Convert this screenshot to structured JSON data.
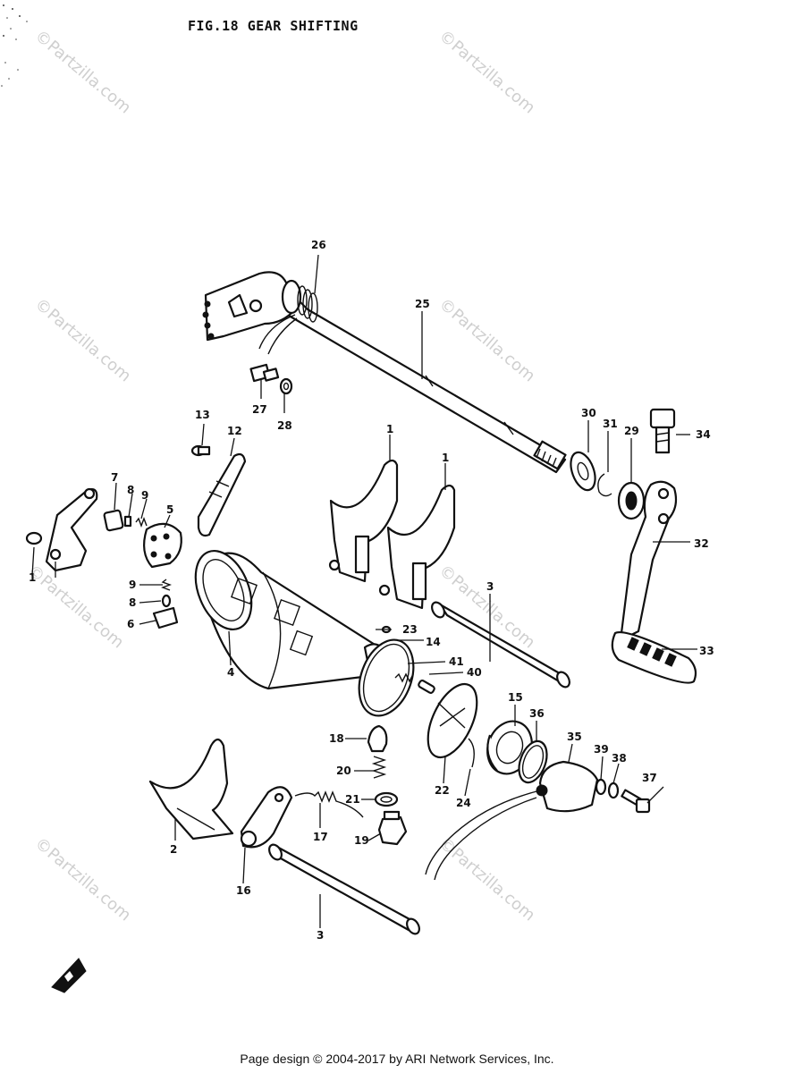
{
  "title": "FIG.18  GEAR SHIFTING",
  "watermark": "©Partzilla.com",
  "footer": "Page design © 2004-2017 by ARI Network Services, Inc.",
  "labels": {
    "p1a": "1",
    "p1b": "1",
    "p1c": "1",
    "p2": "2",
    "p3a": "3",
    "p3b": "3",
    "p4": "4",
    "p5": "5",
    "p6": "6",
    "p7": "7",
    "p8a": "8",
    "p8b": "8",
    "p9a": "9",
    "p9b": "9",
    "p12": "12",
    "p13": "13",
    "p14": "14",
    "p15": "15",
    "p16": "16",
    "p17": "17",
    "p18": "18",
    "p19": "19",
    "p20": "20",
    "p21": "21",
    "p22": "22",
    "p23": "23",
    "p24": "24",
    "p25": "25",
    "p26": "26",
    "p27": "27",
    "p28": "28",
    "p29": "29",
    "p30": "30",
    "p31": "31",
    "p32": "32",
    "p33": "33",
    "p34": "34",
    "p35": "35",
    "p36": "36",
    "p37": "37",
    "p38": "38",
    "p39": "39",
    "p40": "40",
    "p41": "41"
  },
  "colors": {
    "ink": "#111111",
    "watermark": "#cfcfcf",
    "background": "#ffffff"
  },
  "icons": {
    "front_arrow": "front-arrow-icon"
  }
}
